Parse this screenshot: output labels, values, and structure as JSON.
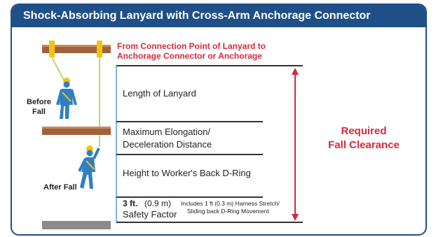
{
  "header": {
    "title": "Shock-Absorbing Lanyard with Cross-Arm Anchorage Connector"
  },
  "diagram": {
    "connection_note_line1": "From Connection Point of Lanyard to",
    "connection_note_line2": "Anchorage Connector or Anchorage",
    "before_fall_line1": "Before",
    "before_fall_line2": "Fall",
    "after_fall": "After Fall",
    "segments": {
      "lanyard_length": "Length of Lanyard",
      "elongation_line1": "Maximum Elongation/",
      "elongation_line2": "Deceleration Distance",
      "dring_height": "Height to Worker's Back D-Ring",
      "safety_bold": "3 ft.",
      "safety_metric": "(0.9 m)",
      "safety_line2": "Safety Factor",
      "harness_note_line1": "Includes 1 ft (0.3 m) Harness Stretch/",
      "harness_note_line2": "Sliding back D-Ring Movement"
    },
    "clearance_line1": "Required",
    "clearance_line2": "Fall Clearance"
  },
  "colors": {
    "header_blue": "#1f4f87",
    "accent_red": "#d42a3c",
    "measure_blue": "#7fb4e0",
    "beam_brown": "#a0623a",
    "strap_yellow": "#f2c40f",
    "worker_blue": "#2f7fc4",
    "lanyard_green": "#b8d96a"
  }
}
